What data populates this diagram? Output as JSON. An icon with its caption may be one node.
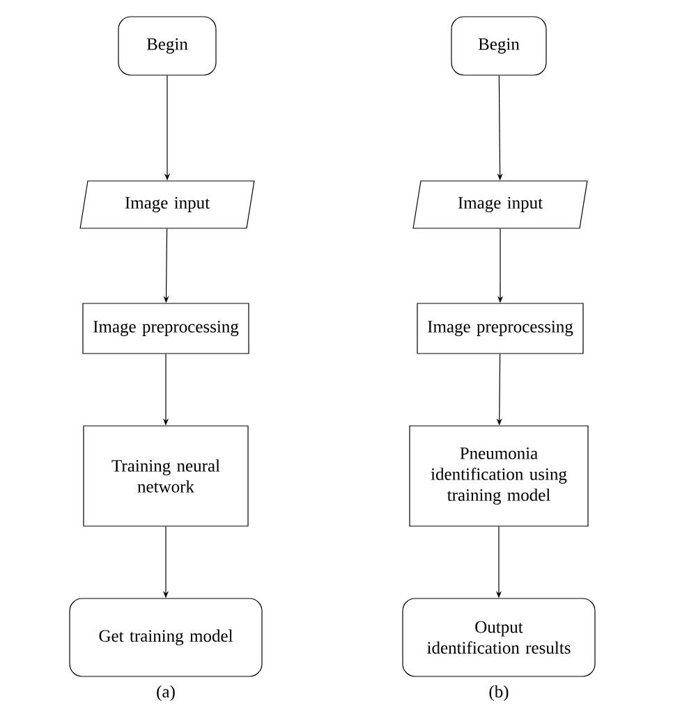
{
  "diagram": {
    "nodes": [
      {
        "text": [
          "Begin"
        ]
      },
      {
        "text": [
          "Image input"
        ]
      },
      {
        "text": [
          "Image preprocessing"
        ]
      },
      {
        "text": [
          "Training neural network"
        ]
      },
      {
        "text": [
          "Get training model"
        ]
      },
      {
        "text": [
          "Begin"
        ]
      },
      {
        "text": [
          "Image input"
        ]
      },
      {
        "text": [
          "Image preprocessing"
        ]
      },
      {
        "text": [
          "Pneumonia identification using training model"
        ]
      },
      {
        "text": [
          "Output identification results"
        ]
      }
    ],
    "edges": [
      {
        "from": 0,
        "to": 1,
        "arrow": "to"
      },
      {
        "from": 1,
        "to": 2,
        "arrow": "to"
      },
      {
        "from": 2,
        "to": 3,
        "arrow": "to"
      },
      {
        "from": 3,
        "to": 4,
        "arrow": "to"
      },
      {
        "from": 5,
        "to": 6,
        "arrow": "to"
      },
      {
        "from": 6,
        "to": 7,
        "arrow": "to"
      },
      {
        "from": 7,
        "to": 8,
        "arrow": "to"
      },
      {
        "from": 8,
        "to": 9,
        "arrow": "to"
      }
    ],
    "labels": [
      "(a)",
      "(b)"
    ]
  }
}
